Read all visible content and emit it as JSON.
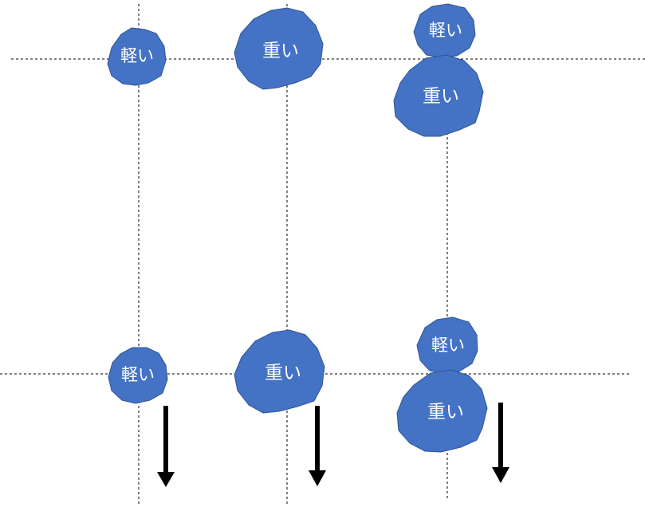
{
  "colors": {
    "rock_fill": "#4472C4",
    "rock_outline": "#2F5597",
    "rock_text": "#FFFFFF",
    "guide_line": "#000000",
    "arrow": "#000000"
  },
  "rocks": {
    "top_left_light": "軽い",
    "top_middle_heavy": "重い",
    "top_right_light": "軽い",
    "top_right_heavy": "重い",
    "bottom_left_light": "軽い",
    "bottom_middle_heavy": "重い",
    "bottom_right_light": "軽い",
    "bottom_right_heavy": "重い"
  },
  "icons": {
    "arrows": "down-arrow-icon"
  }
}
